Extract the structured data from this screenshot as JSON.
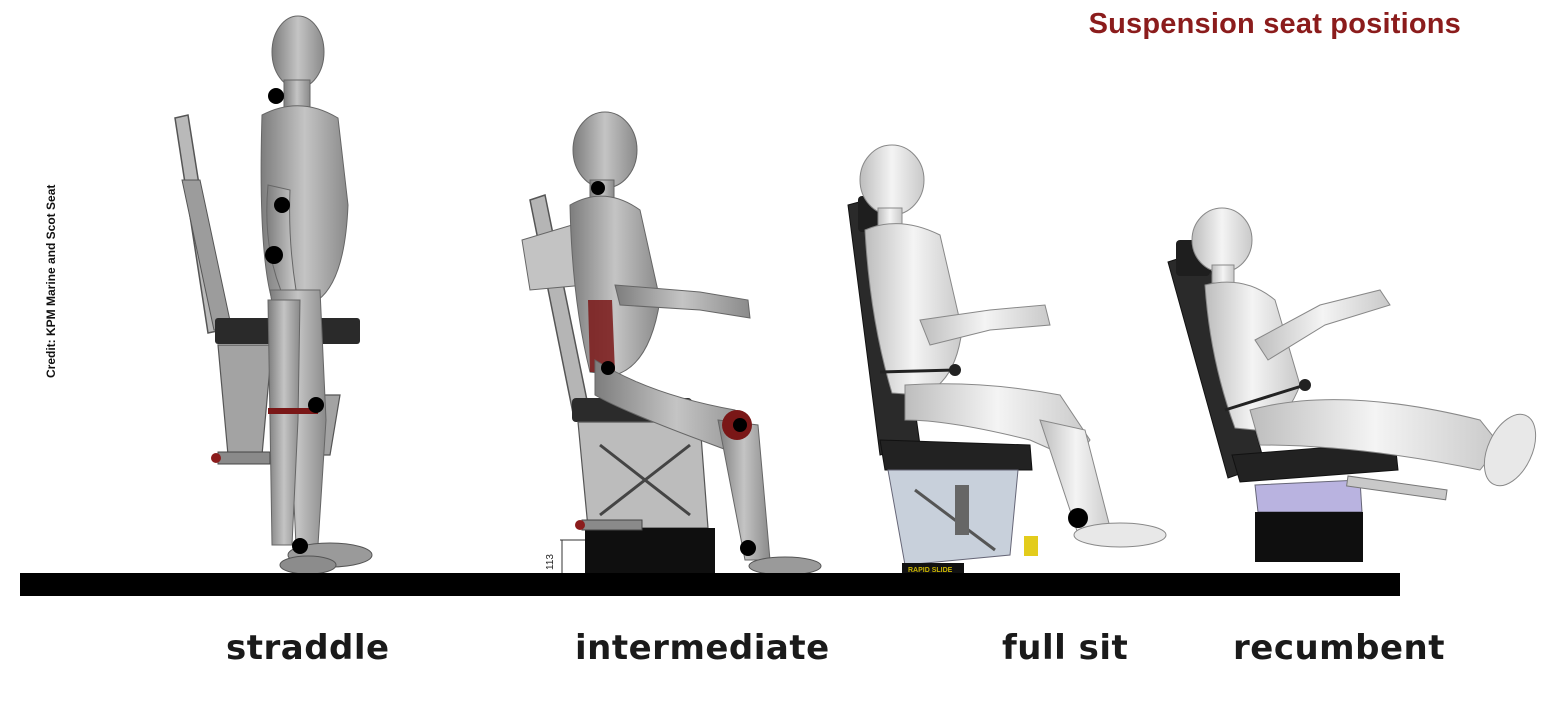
{
  "title": "Suspension seat positions",
  "credit": "Credit: KPM Marine and Scot Seat",
  "dimension_label": "113",
  "plate_text": "RAPID SLIDE",
  "positions": [
    {
      "label": "straddle"
    },
    {
      "label": "intermediate"
    },
    {
      "label": "full sit"
    },
    {
      "label": "recumbent"
    }
  ],
  "colors": {
    "title": "#8b1c1c",
    "ground": "#000000",
    "figure_grey": "#a8a8a8",
    "figure_white": "#e8e8e8",
    "seat_dark": "#2a2a2a",
    "joint_red": "#7a1717"
  }
}
